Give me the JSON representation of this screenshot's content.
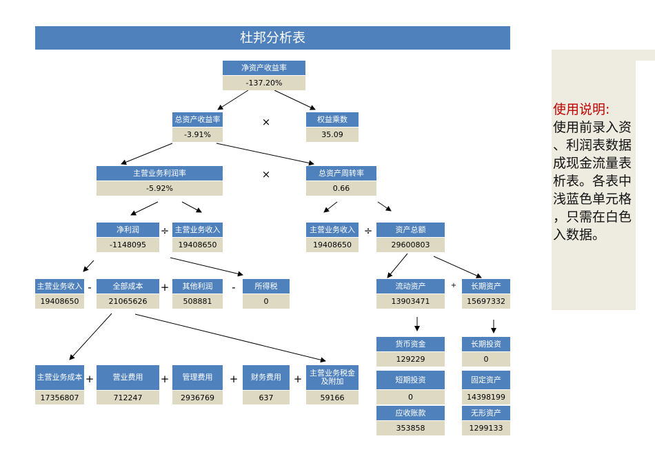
{
  "title": "杜邦分析表",
  "boxes": [
    {
      "id": "roe",
      "label": "净资产收益率",
      "value": "-137.20%"
    },
    {
      "id": "roa",
      "label": "总资产收益率",
      "value": "-3.91%"
    },
    {
      "id": "equity-multiplier",
      "label": "权益乘数",
      "value": "35.09"
    },
    {
      "id": "operating-margin",
      "label": "主营业务利润率",
      "value": "-5.92%"
    },
    {
      "id": "asset-turnover",
      "label": "总资产周转率",
      "value": "0.66"
    },
    {
      "id": "net-profit",
      "label": "净利润",
      "value": "-1148095"
    },
    {
      "id": "revenue-a",
      "label": "主营业务收入",
      "value": "19408650"
    },
    {
      "id": "revenue-b",
      "label": "主营业务收入",
      "value": "19408650"
    },
    {
      "id": "total-assets",
      "label": "资产总额",
      "value": "29600803"
    },
    {
      "id": "revenue-c",
      "label": "主营业务收入",
      "value": "19408650"
    },
    {
      "id": "total-cost",
      "label": "全部成本",
      "value": "21065626"
    },
    {
      "id": "other-profit",
      "label": "其他利润",
      "value": "508881"
    },
    {
      "id": "income-tax",
      "label": "所得税",
      "value": "0"
    },
    {
      "id": "current-assets",
      "label": "流动资产",
      "value": "13903471"
    },
    {
      "id": "long-term-assets",
      "label": "长期资产",
      "value": "15697332"
    },
    {
      "id": "cost-of-sales",
      "label": "主营业务成本",
      "value": "17356807"
    },
    {
      "id": "selling-expense",
      "label": "营业费用",
      "value": "712247"
    },
    {
      "id": "admin-expense",
      "label": "管理费用",
      "value": "2936769"
    },
    {
      "id": "finance-expense",
      "label": "财务费用",
      "value": "637"
    },
    {
      "id": "sales-tax",
      "label": "主营业务税金及附加",
      "value": "59166"
    },
    {
      "id": "cash",
      "label": "货币资金",
      "value": "129229"
    },
    {
      "id": "short-investment",
      "label": "短期投资",
      "value": "0"
    },
    {
      "id": "receivables",
      "label": "应收账款",
      "value": "353858"
    },
    {
      "id": "long-investment",
      "label": "长期投资",
      "value": "0"
    },
    {
      "id": "fixed-assets",
      "label": "固定资产",
      "value": "14398199"
    },
    {
      "id": "intangible-assets",
      "label": "无形资产",
      "value": "1299133"
    }
  ],
  "operators": {
    "times": "×",
    "divide": "÷",
    "plus": "+",
    "minus": "-"
  },
  "note": {
    "title": "使用说明:",
    "lines": [
      "使用前录入资",
      "、利润表数据",
      "成现金流量表",
      "析表。各表中",
      "浅蓝色单元格",
      "，只需在白色",
      "入数据。"
    ]
  },
  "colors": {
    "header": "#4f81bd",
    "value": "#ddd9c3",
    "note_title": "#c00000"
  }
}
